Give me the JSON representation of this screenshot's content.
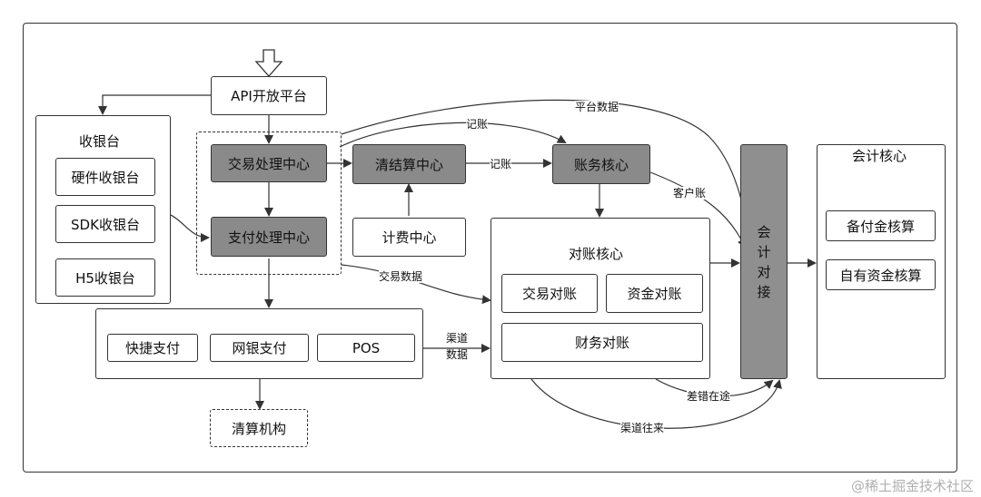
{
  "nodes": {
    "api_platform": "API开放平台",
    "cashier": "收银台",
    "hardware_cashier": "硬件收银台",
    "sdk_cashier": "SDK收银台",
    "h5_cashier": "H5收银台",
    "trade_center": "交易处理中心",
    "payment_center": "支付处理中心",
    "clearing_center": "清结算中心",
    "billing_center": "计费中心",
    "ledger_core": "账务核心",
    "recon_core": "对账核心",
    "trade_recon": "交易对账",
    "fund_recon": "资金对账",
    "finance_recon": "财务对账",
    "quick_pay": "快捷支付",
    "netbank_pay": "网银支付",
    "pos": "POS",
    "clearing_org": "清算机构",
    "accounting_recon": "会计对接",
    "accounting_core": "会计核心",
    "reserve_accounting": "备付金核算",
    "own_fund_accounting": "自有资金核算"
  },
  "edges": {
    "platform_data": "平台数据",
    "bookkeeping_top": "记账",
    "bookkeeping_mid": "记账",
    "customer_account": "客户账",
    "trade_data": "交易数据",
    "channel_data_1": "渠道",
    "channel_data_2": "数据",
    "error_in_transit": "差错在途",
    "channel_flow": "渠道往来"
  },
  "watermark": "@稀土掘金技术社区",
  "colors": {
    "dark_box": "#8a8a8a",
    "line": "#333333"
  }
}
